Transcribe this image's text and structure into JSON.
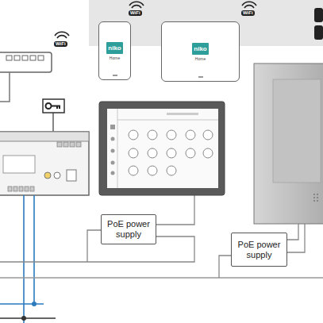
{
  "diagram": {
    "nodes": [
      {
        "text": [
          "niko",
          "Home"
        ]
      },
      {
        "text": [
          "niko",
          "Home"
        ]
      },
      {
        "text": [
          "PoE power supply"
        ]
      },
      {
        "text": [
          "PoE power supply"
        ]
      }
    ],
    "labels": [
      "WiFi",
      "WiFi",
      "WiFi"
    ]
  }
}
